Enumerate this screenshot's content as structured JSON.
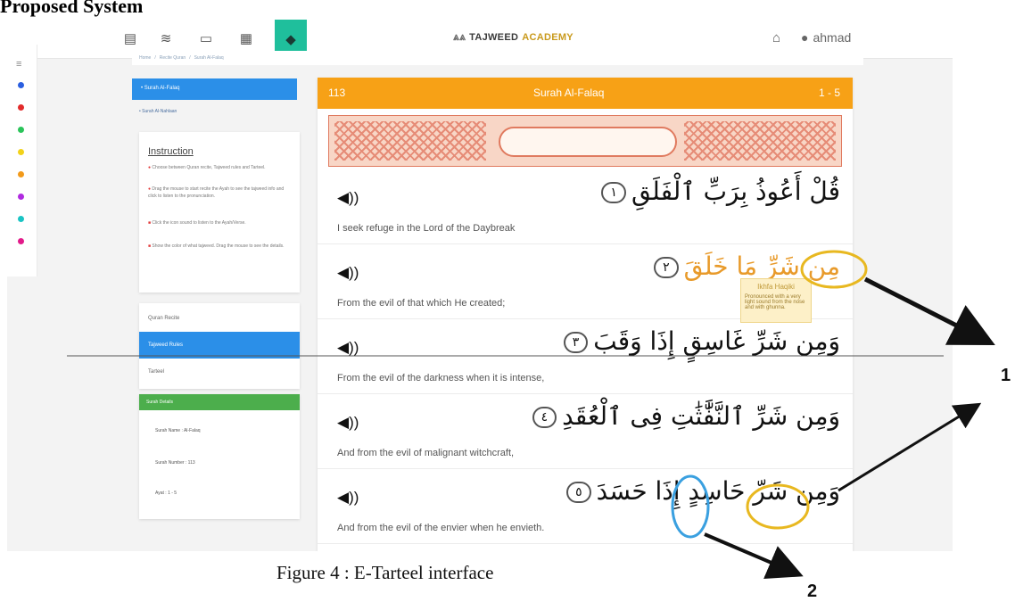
{
  "document": {
    "heading": "Proposed System",
    "caption": "Figure 4 : E-Tarteel interface",
    "callout_1": "1",
    "callout_2": "2"
  },
  "nav": {
    "icons": [
      "book-icon",
      "graduation-cap-icon",
      "laptop-icon",
      "keyboard-icon",
      "book-open-icon"
    ],
    "active_icon": "book-open-icon",
    "brand_prefix": "TAJWEED",
    "brand_suffix": "ACADEMY",
    "home_icon": "⌂",
    "user_name": "ahmad"
  },
  "color_strip": {
    "colors": [
      "#2b5fe0",
      "#e22b2b",
      "#2bc45a",
      "#f2d21a",
      "#f29a1a",
      "#b02be0",
      "#1ac4c4",
      "#e21a8a"
    ]
  },
  "breadcrumb": [
    "Home",
    "Recite Quran",
    "Surah Al-Falaq"
  ],
  "sidebar": {
    "surah_button": "• Surah Al-Falaq",
    "surah_link": "• Surah Al-Nahlaan",
    "instruction_title": "Instruction",
    "instructions": [
      "Choose between Quran recite, Tajweed rules and Tarteel.",
      "Drag the mouse to start recite the Ayah to see the tajweed info and click to listen to the pronunciation.",
      "Click the icon sound to listen to the Ayah/Verse.",
      "Show the color of what tajweed. Drag the mouse to see the details."
    ],
    "menu": [
      {
        "label": "Quran Recite",
        "active": false
      },
      {
        "label": "Tajweed Rules",
        "active": true
      },
      {
        "label": "Tarteel",
        "active": false
      }
    ],
    "details_title": "Surah Details",
    "details": [
      "Surah Name : Al-Falaq",
      "Surah Number : 113",
      "Ayat : 1 - 5"
    ]
  },
  "surah": {
    "number": "113",
    "name": "Surah Al-Falaq",
    "range": "1 - 5",
    "verses": [
      {
        "arabic": "قُلْ أَعُوذُ بِرَبِّ ٱلْفَلَقِ",
        "num": "١",
        "translation": "I seek refuge in the Lord of the Daybreak"
      },
      {
        "arabic": "مِن شَرِّ مَا خَلَقَ",
        "num": "٢",
        "translation": "From the evil of that which He created;"
      },
      {
        "arabic": "وَمِن شَرِّ غَاسِقٍ إِذَا وَقَبَ",
        "num": "٣",
        "translation": "From the evil of the darkness when it is intense,"
      },
      {
        "arabic": "وَمِن شَرِّ ٱلنَّفَّٰثَٰتِ فِى ٱلْعُقَدِ",
        "num": "٤",
        "translation": "And from the evil of malignant witchcraft,"
      },
      {
        "arabic": "وَمِن شَرِّ حَاسِدٍ إِذَا حَسَدَ",
        "num": "٥",
        "translation": "And from the evil of the envier when he envieth."
      }
    ]
  },
  "tooltip": {
    "title": "Ikhfa Haqiki",
    "text": "Pronounced with a very light sound from the nose and with ghunna."
  },
  "colors": {
    "orange": "#f7a116",
    "blue": "#2b8fe8",
    "green": "#4cae4c",
    "teal": "#1fbf9c",
    "highlight_orange": "#e89a2a",
    "circle_yellow": "#e8b820",
    "circle_blue": "#3aa0e0"
  }
}
